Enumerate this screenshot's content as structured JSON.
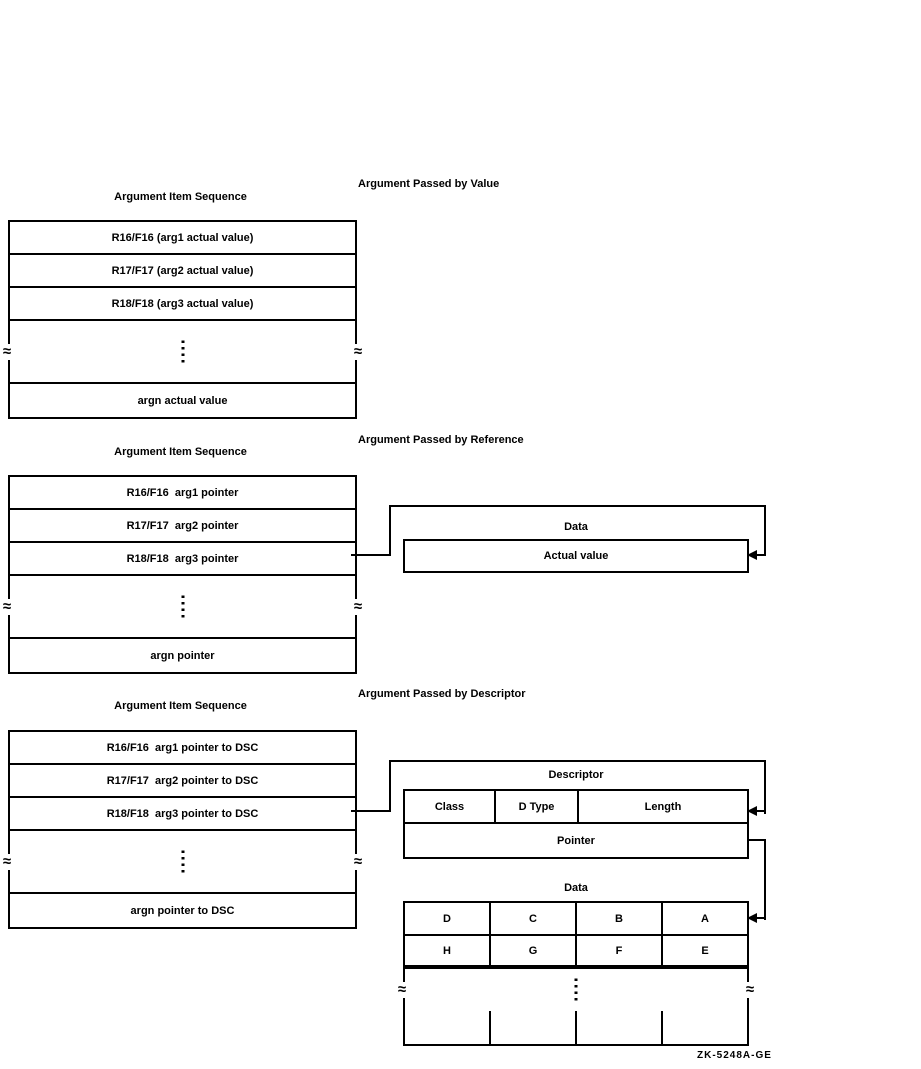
{
  "figure": {
    "caption": "ZK-5248A-GE"
  },
  "icons": {
    "break_mark": "≈"
  },
  "sections": [
    {
      "title": "Argument Passed by Value",
      "table_title": "Argument Item Sequence",
      "rows": [
        "R16/F16 (arg1 actual value)",
        "R17/F17 (arg2 actual value)",
        "R18/F18 (arg3 actual value)"
      ],
      "last_row": "argn actual value"
    },
    {
      "title": "Argument Passed by Reference",
      "table_title": "Argument Item Sequence",
      "rows": [
        "R16/F16  arg1 pointer",
        "R17/F17  arg2 pointer",
        "R18/F18  arg3 pointer"
      ],
      "last_row": "argn pointer",
      "data_label": "Data",
      "data_box_label": "Actual value"
    },
    {
      "title": "Argument Passed by Descriptor",
      "table_title": "Argument Item Sequence",
      "rows": [
        "R16/F16  arg1 pointer to DSC",
        "R17/F17  arg2 pointer to DSC",
        "R18/F18  arg3 pointer to DSC"
      ],
      "last_row": "argn pointer to DSC",
      "descriptor_label": "Descriptor",
      "descriptor_fields": [
        "Class",
        "D Type",
        "Length"
      ],
      "descriptor_pointer_label": "Pointer",
      "data_label": "Data",
      "data_grid": [
        [
          "D",
          "C",
          "B",
          "A"
        ],
        [
          "H",
          "G",
          "F",
          "E"
        ],
        [
          "",
          "",
          "",
          ""
        ]
      ]
    }
  ]
}
